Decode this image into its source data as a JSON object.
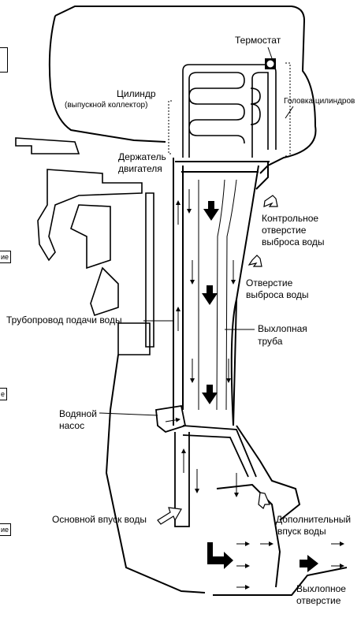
{
  "labels": {
    "thermostat": "Термостат",
    "cylinder_head": "Головка цилиндров",
    "cylinder": "Цилиндр",
    "exhaust_manifold": "(выпускной коллектор)",
    "engine_holder_1": "Держатель",
    "engine_holder_2": "двигателя",
    "control_hole_1": "Контрольное",
    "control_hole_2": "отверстие",
    "control_hole_3": "выброса воды",
    "outlet_1": "Отверстие",
    "outlet_2": "выброса воды",
    "water_pipe": "Трубопровод подачи воды",
    "exhaust_pipe_1": "Выхлопная",
    "exhaust_pipe_2": "труба",
    "water_pump_1": "Водяной",
    "water_pump_2": "насос",
    "main_intake": "Основной впуск воды",
    "aux_intake_1": "Дополнительный",
    "aux_intake_2": "впуск воды",
    "exhaust_outlet_1": "Выхлопное",
    "exhaust_outlet_2": "отверстие"
  },
  "edge_tabs": [
    "ие",
    "е",
    "ие"
  ],
  "colors": {
    "ink": "#000000",
    "paper": "#ffffff"
  }
}
